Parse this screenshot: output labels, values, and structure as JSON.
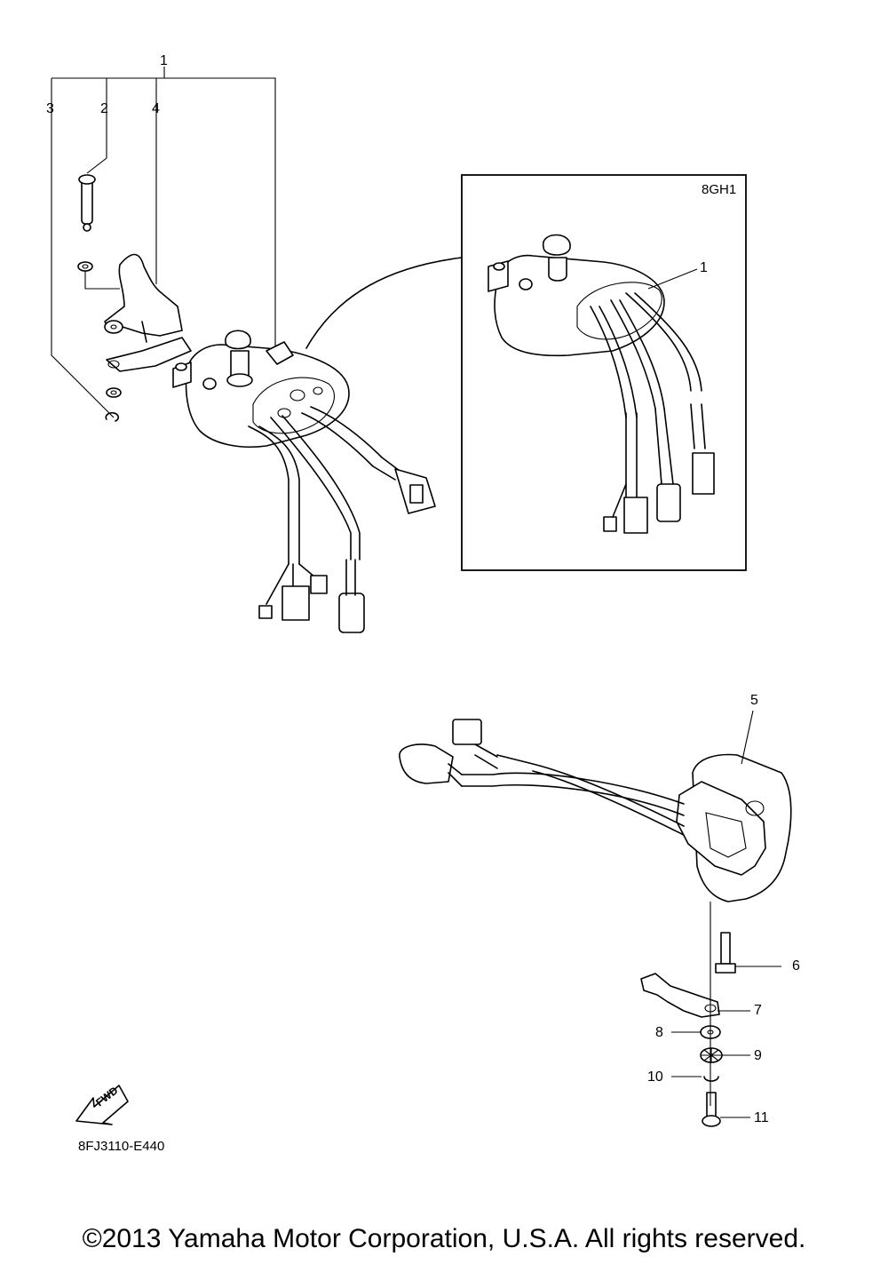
{
  "diagram": {
    "reference_code": "8FJ3110-E440",
    "inset_label": "8GH1",
    "fwd_label": "FWD",
    "callouts": [
      {
        "id": "c1",
        "label": "1"
      },
      {
        "id": "c2",
        "label": "2"
      },
      {
        "id": "c3",
        "label": "3"
      },
      {
        "id": "c4",
        "label": "4"
      },
      {
        "id": "c5",
        "label": "5"
      },
      {
        "id": "c6",
        "label": "6"
      },
      {
        "id": "c7",
        "label": "7"
      },
      {
        "id": "c8",
        "label": "8"
      },
      {
        "id": "c9",
        "label": "9"
      },
      {
        "id": "c10",
        "label": "10"
      },
      {
        "id": "c11",
        "label": "11"
      },
      {
        "id": "c1-inset",
        "label": "1"
      }
    ]
  },
  "footer": {
    "copyright": "©2013 Yamaha Motor Corporation, U.S.A. All rights reserved."
  }
}
